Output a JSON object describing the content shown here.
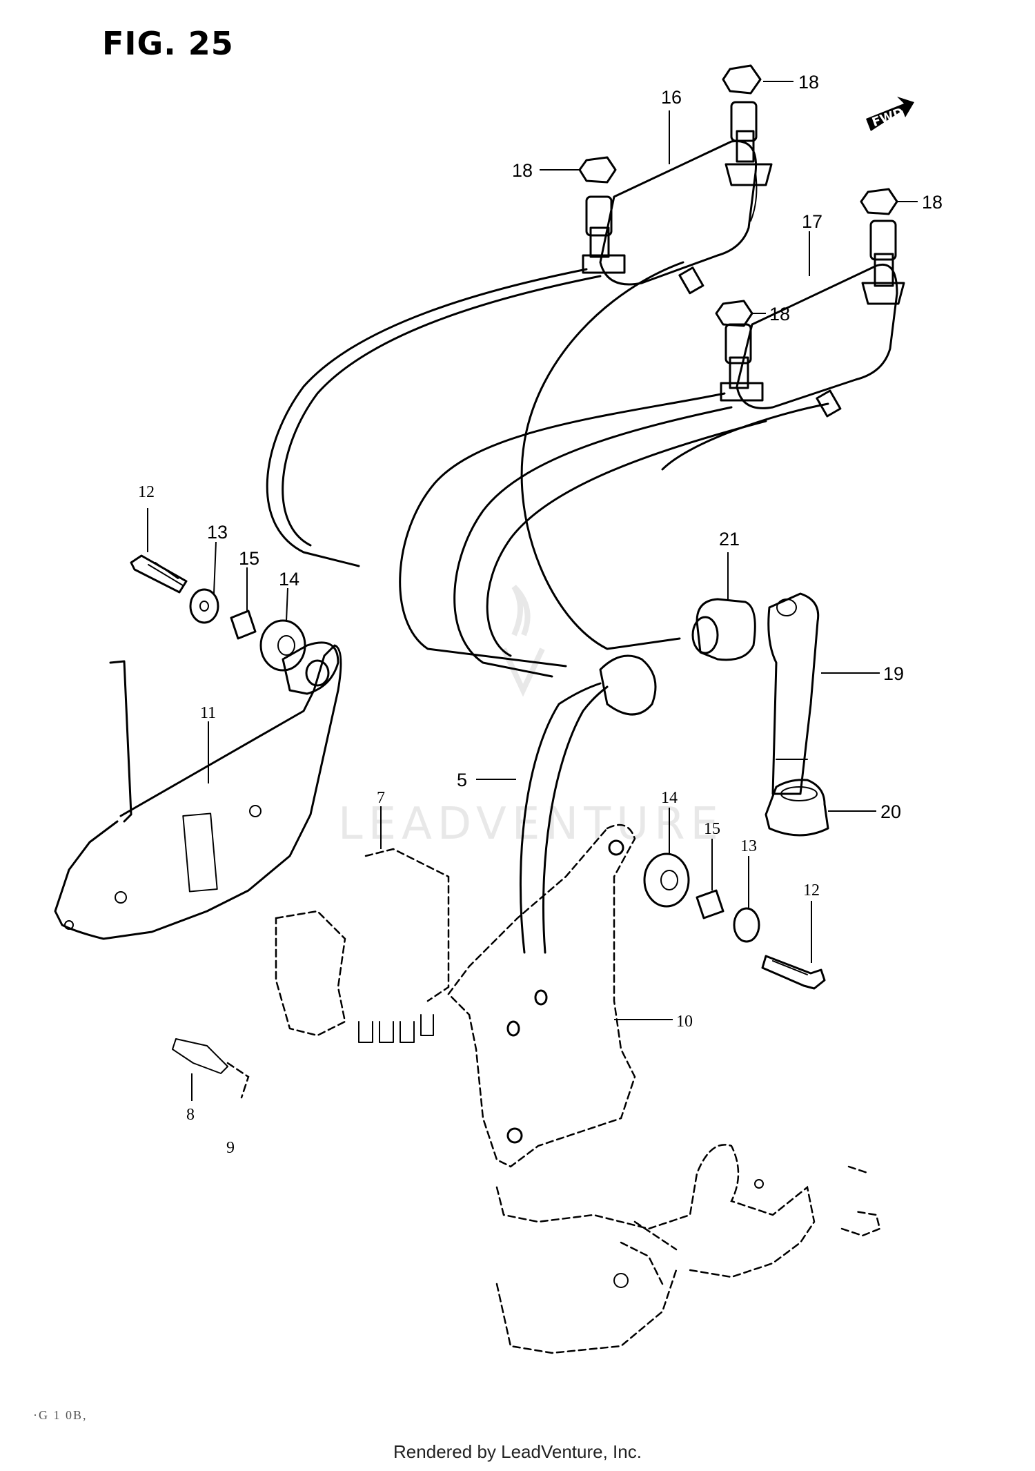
{
  "figure": {
    "title": "FIG. 25",
    "fwd_label": "FWD",
    "footer": "Rendered by LeadVenture, Inc.",
    "scan_code": "·G 1 0B,"
  },
  "watermark": {
    "text": "LEADVENTURE"
  },
  "callouts": [
    {
      "id": "16",
      "label": "16"
    },
    {
      "id": "18a",
      "label": "18"
    },
    {
      "id": "18b",
      "label": "18"
    },
    {
      "id": "18c",
      "label": "18"
    },
    {
      "id": "18d",
      "label": "18"
    },
    {
      "id": "17",
      "label": "17"
    },
    {
      "id": "12a",
      "label": "12"
    },
    {
      "id": "13a",
      "label": "13"
    },
    {
      "id": "15a",
      "label": "15"
    },
    {
      "id": "14a",
      "label": "14"
    },
    {
      "id": "21",
      "label": "21"
    },
    {
      "id": "19",
      "label": "19"
    },
    {
      "id": "11",
      "label": "11"
    },
    {
      "id": "7",
      "label": "7"
    },
    {
      "id": "5",
      "label": "5"
    },
    {
      "id": "20",
      "label": "20"
    },
    {
      "id": "14b",
      "label": "14"
    },
    {
      "id": "15b",
      "label": "15"
    },
    {
      "id": "13b",
      "label": "13"
    },
    {
      "id": "12b",
      "label": "12"
    },
    {
      "id": "10",
      "label": "10"
    },
    {
      "id": "8",
      "label": "8"
    },
    {
      "id": "9",
      "label": "9"
    }
  ]
}
